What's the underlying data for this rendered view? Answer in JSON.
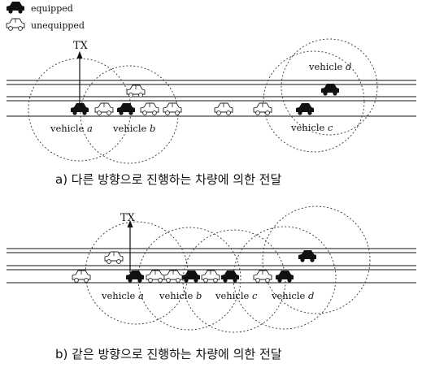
{
  "legend": {
    "equipped": "equipped",
    "unequipped": "unequipped"
  },
  "scenario_a": {
    "tx_label": "TX",
    "vehicle_labels": [
      {
        "prefix": "vehicle ",
        "name": "a"
      },
      {
        "prefix": "vehicle ",
        "name": "b"
      },
      {
        "prefix": "vehicle ",
        "name": "c"
      },
      {
        "prefix": "vehicle ",
        "name": "d"
      }
    ],
    "caption": "a) 다른 방향으로 진행하는 차량에 의한 전달"
  },
  "scenario_b": {
    "tx_label": "TX",
    "vehicle_labels": [
      {
        "prefix": "vehicle ",
        "name": "a"
      },
      {
        "prefix": "vehicle ",
        "name": "b"
      },
      {
        "prefix": "vehicle ",
        "name": "c"
      },
      {
        "prefix": "vehicle ",
        "name": "d"
      }
    ],
    "caption": "b) 같은 방향으로 진행하는 차량에 의한 전달"
  }
}
